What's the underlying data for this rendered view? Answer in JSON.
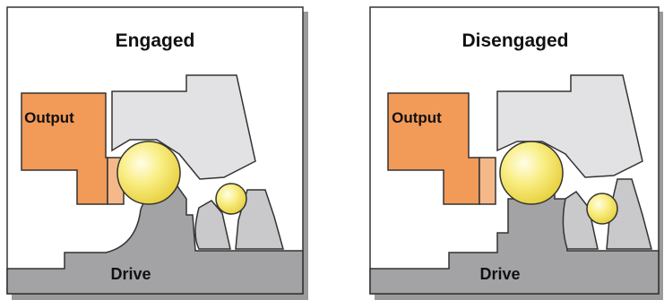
{
  "panels": [
    {
      "title": "Engaged",
      "output_label": "Output",
      "drive_label": "Drive"
    },
    {
      "title": "Disengaged",
      "output_label": "Output",
      "drive_label": "Drive"
    }
  ],
  "colors": {
    "output": "#F29A58",
    "wedge": "#F5B889",
    "housing": "#E2E2E4",
    "drive": "#A3A3A5",
    "cam": "#C9C9CB",
    "ball": "#F7EB73",
    "outline": "#333333",
    "shadow": "#9A9A9A"
  }
}
